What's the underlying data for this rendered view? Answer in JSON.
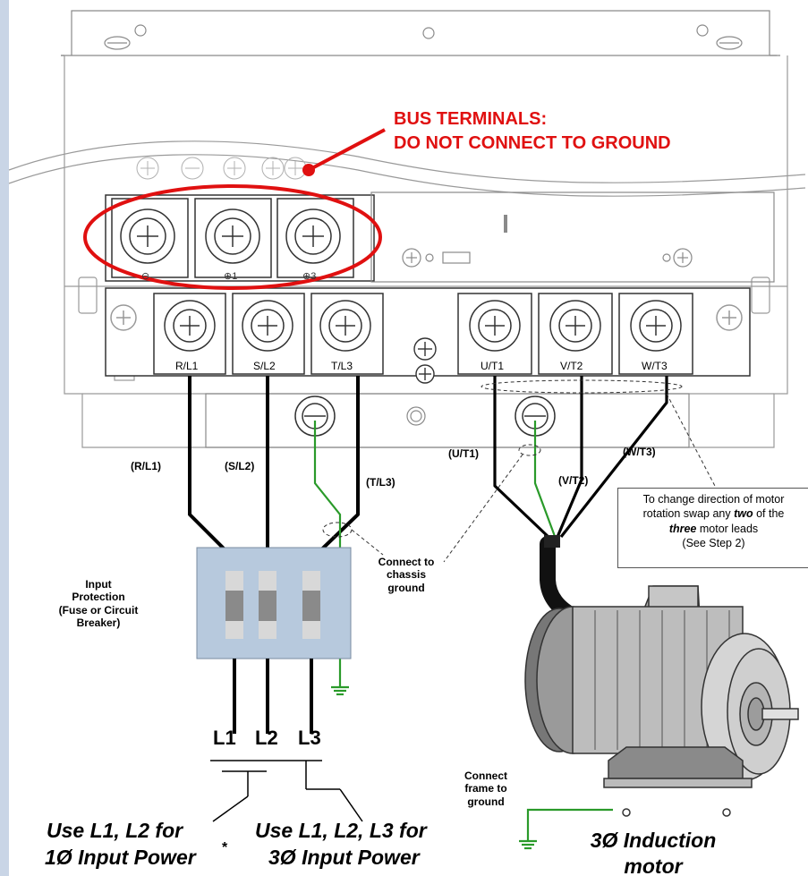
{
  "bus_warning": {
    "line1": "BUS TERMINALS:",
    "line2": "DO NOT CONNECT TO GROUND"
  },
  "terminals": {
    "input": [
      "R/L1",
      "S/L2",
      "T/L3"
    ],
    "output": [
      "U/T1",
      "V/T2",
      "W/T3"
    ],
    "bus_marks": [
      "⊖",
      "⊕1",
      "⊕3"
    ]
  },
  "wire_labels": {
    "r": "(R/L1)",
    "s": "(S/L2)",
    "t": "(T/L3)",
    "u": "(U/T1)",
    "v": "(V/T2)",
    "w": "(W/T3)"
  },
  "input_protection": {
    "line1": "Input",
    "line2": "Protection",
    "line3": "(Fuse or Circuit",
    "line4": "Breaker)"
  },
  "chassis_ground": {
    "line1": "Connect to",
    "line2": "chassis",
    "line3": "ground"
  },
  "callout": {
    "line1": "To change direction of motor",
    "line2a": "rotation swap any ",
    "line2b": "two",
    "line2c": " of the",
    "line3a": "three",
    "line3b": " motor leads",
    "line4": "(See Step 2)"
  },
  "line_labels": {
    "l1": "L1",
    "l2": "L2",
    "l3": "L3"
  },
  "power_notes": {
    "single_line1": "Use L1, L2 for",
    "single_line2": "1Ø Input Power",
    "single_mark": "*",
    "three_line1": "Use L1, L2, L3 for",
    "three_line2": "3Ø Input Power"
  },
  "frame_ground": {
    "line1": "Connect",
    "line2": "frame to",
    "line3": "ground"
  },
  "motor": {
    "line1": "3Ø Induction",
    "line2": "motor"
  },
  "colors": {
    "accent_red": "#e01010",
    "ground_green": "#2a9a2a",
    "breaker_blue": "#b7c9dd",
    "left_strip": "#c9d5e6"
  }
}
